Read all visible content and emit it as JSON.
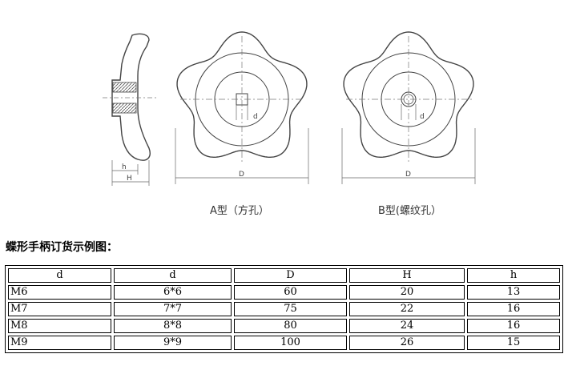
{
  "drawing": {
    "side_view": {
      "dim_h": "h",
      "dim_H": "H"
    },
    "view_a": {
      "dim_d": "d",
      "dim_D": "D",
      "caption": "A型（方孔）"
    },
    "view_b": {
      "dim_d": "d",
      "dim_D": "D",
      "caption": "B型(螺纹孔）"
    }
  },
  "section_title": "蝶形手柄订货示例图：",
  "table": {
    "headers": [
      "d",
      "d",
      "D",
      "H",
      "h"
    ],
    "rows": [
      [
        "M6",
        "6*6",
        "60",
        "20",
        "13"
      ],
      [
        "M7",
        "7*7",
        "75",
        "22",
        "16"
      ],
      [
        "M8",
        "8*8",
        "80",
        "24",
        "16"
      ],
      [
        "M9",
        "9*9",
        "100",
        "26",
        "15"
      ]
    ]
  }
}
